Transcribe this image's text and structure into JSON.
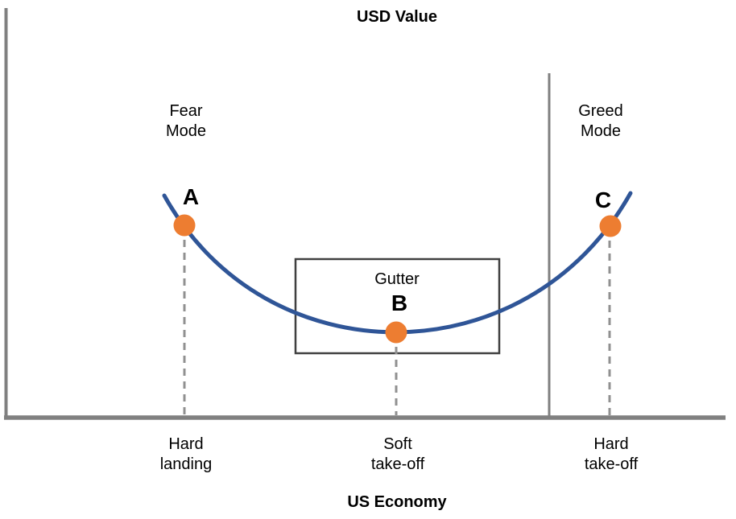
{
  "titles": {
    "y_axis": "USD Value",
    "x_axis": "US Economy"
  },
  "regions": {
    "fear": {
      "line1": "Fear",
      "line2": "Mode"
    },
    "greed": {
      "line1": "Greed",
      "line2": "Mode"
    }
  },
  "gutter": {
    "label": "Gutter"
  },
  "points": {
    "a": {
      "label": "A",
      "x_label_line1": "Hard",
      "x_label_line2": "landing"
    },
    "b": {
      "label": "B",
      "x_label_line1": "Soft",
      "x_label_line2": "take-off"
    },
    "c": {
      "label": "C",
      "x_label_line1": "Hard",
      "x_label_line2": "take-off"
    }
  },
  "colors": {
    "curve": "#2F5597",
    "marker": "#ED7D31",
    "axis": "#808080",
    "dashed": "#909090",
    "separator": "#808080",
    "box_border": "#404040",
    "text": "#000000"
  }
}
